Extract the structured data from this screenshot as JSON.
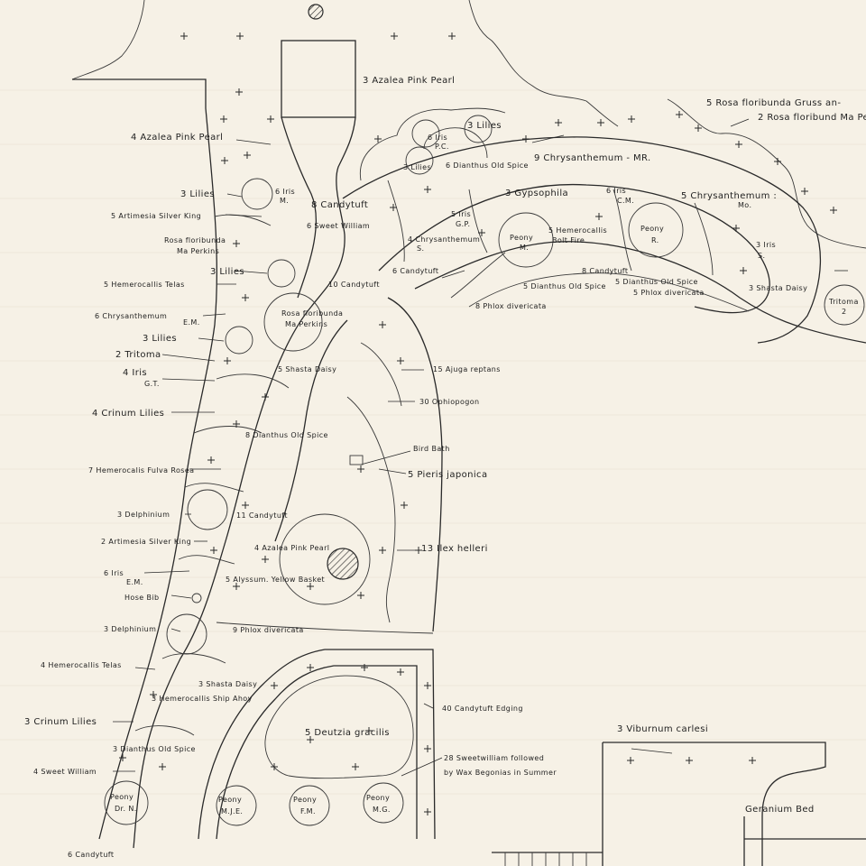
{
  "labels": {
    "azalea_pink_pearl_top": "3 Azalea Pink Pearl",
    "rosa_gruss": "5 Rosa floribunda Gruss an-",
    "rosa_ma_perkins_right": "2 Rosa floribund Ma Pe",
    "azalea_pink_pearl_left": "4 Azalea Pink Pearl",
    "lilies_3_top": "3 Lilies",
    "iris_pc_name": "6 Iris",
    "iris_pc_code": "P.C.",
    "chrysanthemum_mr": "9 Chrysanthemum - MR.",
    "lilies_3_b": "3 Lilies",
    "dianthus_old_spice_top": "6 Dianthus Old Spice",
    "lilies_3_left": "3 Lilies",
    "iris_m_name": "6 Iris",
    "iris_m_code": "M.",
    "candytuft_8_top": "8 Candytuft",
    "artimesia_silver_king_5": "5 Artimesia Silver King",
    "sweet_william_6": "6 Sweet William",
    "gypsophila": "3 Gypsophila",
    "iris_cm_name": "6 Iris",
    "iris_cm_code": "C.M.",
    "chrysanthemum_mo_name": "5 Chrysanthemum :",
    "chrysanthemum_mo_code": "Mo.",
    "iris_gp_name": "5 Iris",
    "iris_gp_code": "G.P.",
    "rosa_ma_perkins_1": "Rosa floribunda",
    "rosa_ma_perkins_2": "Ma Perkins",
    "chrysanthemum_s_name": "4 Chrysanthemum",
    "chrysanthemum_s_code": "S.",
    "peony_m_name": "Peony",
    "peony_m_code": "M.",
    "hemerocallis_bf_1": "5 Hemerocallis",
    "hemerocallis_bf_2": "Bolt Fire",
    "peony_r_name": "Peony",
    "peony_r_code": "R.",
    "iris_s_name": "3 Iris",
    "iris_s_code": "S.",
    "lilies_3_mid": "3 Lilies",
    "candytuft_6_mid": "6 Candytuft",
    "candytuft_8_mid": "8 Candytuft",
    "dianthus_old_spice_5a": "5 Dianthus Old Spice",
    "dianthus_old_spice_5b": "5 Dianthus Old Spice",
    "shasta_daisy_3": "3 Shasta Daisy",
    "hemerocallis_telas_5": "5 Hemerocallis Telas",
    "candytuft_10": "10 Candytuft",
    "phlox_divericata_5": "5 Phlox divericata",
    "tritoma_2_name": "Tritoma",
    "tritoma_2_count": "2",
    "chrysanthemum_em_6": "6 Chrysanthemum",
    "chrysanthemum_em_code": "E.M.",
    "rosa_ma_perkins_3": "Rosa floribunda",
    "rosa_ma_perkins_4": "Ma Perkins",
    "phlox_divericata_8": "8 Phlox divericata",
    "lilies_3_lower": "3 Lilies",
    "tritoma_2": "2 Tritoma",
    "iris_gt_name": "4 Iris",
    "iris_gt_code": "G.T.",
    "shasta_daisy_5": "5 Shasta Daisy",
    "ajuga_reptans": "15 Ajuga reptans",
    "ophiopogon": "30 Ophiopogon",
    "crinum_lilies_4": "4 Crinum Lilies",
    "dianthus_old_spice_8": "8 Dianthus Old Spice",
    "bird_bath": "Bird Bath",
    "hemerocalis_fulva_rosea": "7 Hemerocalis Fulva Rosea",
    "pieris_japonica": "5 Pieris japonica",
    "delphinium_3a": "3 Delphinium",
    "candytuft_11": "11 Candytuft",
    "artimesia_silver_king_2": "2 Artimesia Silver King",
    "azalea_pink_pearl_4": "4 Azalea Pink Pearl",
    "ilex_helleri": "13 Ilex helleri",
    "iris_em_name": "6 Iris",
    "iris_em_code": "E.M.",
    "alyssum": "5 Alyssum. Yellow Basket",
    "hose_bib": "Hose Bib",
    "delphinium_3b": "3 Delphinium",
    "phlox_divericata_9": "9 Phlox divericata",
    "hemerocallis_telas_4": "4 Hemerocallis Telas",
    "shasta_daisy_3b": "3 Shasta Daisy",
    "hemerocallis_ship_ahoy": "3 Hemerocallis Ship Ahoy",
    "candytuft_edging": "40 Candytuft Edging",
    "crinum_lilies_3": "3 Crinum Lilies",
    "deutzia_gracilis": "5 Deutzia gracilis",
    "viburnum_carlesi": "3 Viburnum carlesi",
    "dianthus_old_spice_3": "3 Dianthus Old Spice",
    "sweet_william_28_1": "28 Sweetwilliam followed",
    "sweet_william_28_2": "by Wax Begonias in Summer",
    "sweet_william_4": "4 Sweet William",
    "peony_dr_name": "Peony",
    "peony_dr_code": "Dr. N.",
    "peony_mje_name": "Peony",
    "peony_mje_code": "M.J.E.",
    "peony_fm_name": "Peony",
    "peony_fm_code": "F.M.",
    "peony_mg_name": "Peony",
    "peony_mg_code": "M.G.",
    "geranium_bed": "Geranium Bed",
    "candytuft_6_bottom": "6 Candytuft"
  }
}
